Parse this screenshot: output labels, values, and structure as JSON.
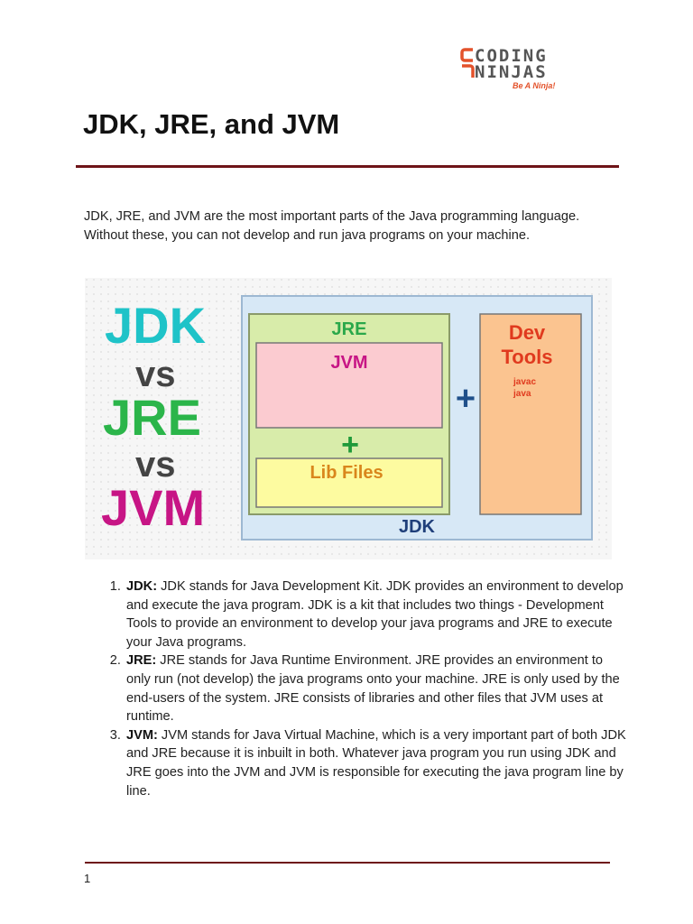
{
  "brand": {
    "logo_line1": "CODING",
    "logo_line2": "NINJAS",
    "tagline": "Be A Ninja!",
    "accent_color": "#e3522b"
  },
  "title": "JDK, JRE, and JVM",
  "intro": "JDK, JRE, and JVM are the most important parts of the Java programming language. Without these, you can not develop and run java programs on your machine.",
  "diagram": {
    "left_words": [
      "JDK",
      "vs",
      "JRE",
      "vs",
      "JVM"
    ],
    "left_colors": [
      "#1fc3c8",
      "#444444",
      "#2bb54a",
      "#444444",
      "#c71585"
    ],
    "jre_label": "JRE",
    "jvm_label": "JVM",
    "plus_inner": "+",
    "lib_label": "Lib Files",
    "plus_outer": "+",
    "jdk_label": "JDK",
    "dev_tools_label_1": "Dev",
    "dev_tools_label_2": "Tools",
    "dev_tool_1": "javac",
    "dev_tool_2": "java"
  },
  "list": [
    {
      "term": "JDK:",
      "text": " JDK stands for Java Development Kit. JDK provides an environment to develop and execute the java program. JDK is a kit that includes two things - Development Tools to provide an environment to develop your java programs and JRE to execute your Java programs."
    },
    {
      "term": "JRE:",
      "text": " JRE stands for Java Runtime Environment. JRE provides an environment to only run (not develop) the java programs onto your machine. JRE is only used by the end-users of the system. JRE consists of libraries and other files that JVM uses at runtime."
    },
    {
      "term": "JVM:",
      "text": " JVM stands for Java Virtual Machine, which is a very important part of both JDK and JRE because it is inbuilt in both. Whatever java program you run using JDK and JRE goes into the JVM and JVM is responsible for executing the java program line by line."
    }
  ],
  "page_number": "1"
}
